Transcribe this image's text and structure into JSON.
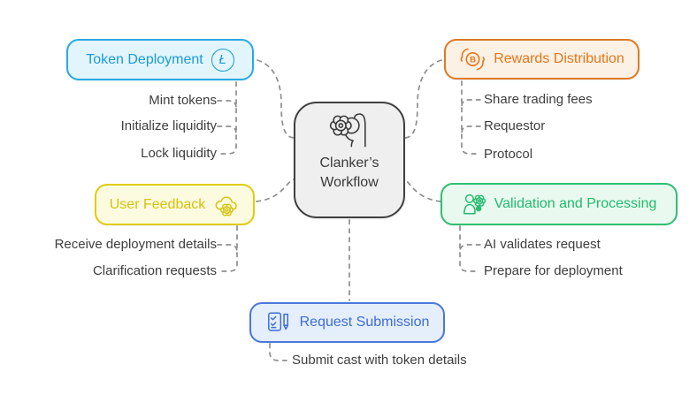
{
  "diagram": {
    "center": {
      "title_line1": "Clanker’s",
      "title_line2": "Workflow",
      "icon": "hand-holding-gear-icon",
      "bg": "#efefef",
      "border_color": "#3f3f3f",
      "text_color": "#3a3a3a"
    },
    "branches": [
      {
        "label": "Token Deployment",
        "icon": "litecoin-icon",
        "icon_glyph": "Ł",
        "icon_side": "right",
        "accent": "#29aae1",
        "bg": "#e2f5fc",
        "text_color": "#1c9ad6",
        "items": [
          "Mint tokens",
          "Initialize liquidity",
          "Lock liquidity"
        ]
      },
      {
        "label": "Rewards Distribution",
        "icon": "coin-in-hands-icon",
        "icon_glyph": "B",
        "icon_side": "left",
        "accent": "#dc7a26",
        "bg": "#fbf1e4",
        "text_color": "#e4761b",
        "items": [
          "Share trading fees",
          "Requestor",
          "Protocol"
        ]
      },
      {
        "label": "User Feedback",
        "icon": "cloud-gear-icon",
        "icon_side": "right",
        "accent": "#dfcc0f",
        "bg": "#fcfbdf",
        "text_color": "#d6c20d",
        "items": [
          "Receive deployment details",
          "Clarification requests"
        ]
      },
      {
        "label": "Validation and Processing",
        "icon": "person-gear-icon",
        "icon_side": "left",
        "accent": "#2fbf72",
        "bg": "#e9f9ef",
        "text_color": "#22ba6b",
        "items": [
          "AI validates request",
          "Prepare for deployment"
        ]
      },
      {
        "label": "Request Submission",
        "icon": "checklist-pen-icon",
        "icon_side": "left",
        "accent": "#4b78da",
        "bg": "#e5eefb",
        "text_color": "#3c6ed5",
        "items": [
          "Submit cast with token details"
        ]
      }
    ],
    "connector_color": "#8e8e8e",
    "item_text_color": "#3e3e3e"
  }
}
